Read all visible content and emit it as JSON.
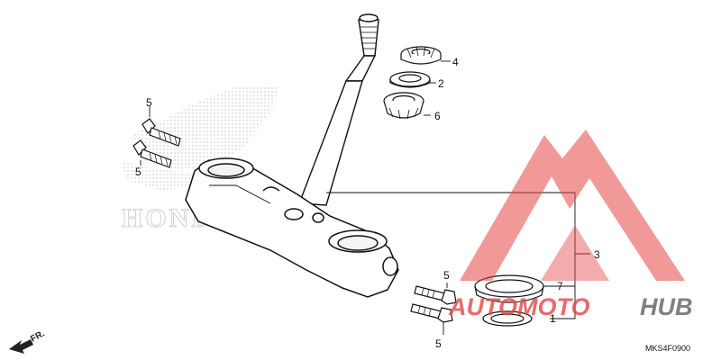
{
  "callouts": [
    {
      "id": "bolt-5a",
      "label": "5"
    },
    {
      "id": "bolt-5b",
      "label": "5"
    },
    {
      "id": "bolt-5c",
      "label": "5"
    },
    {
      "id": "bolt-5d",
      "label": "5"
    },
    {
      "id": "nut-4",
      "label": "4"
    },
    {
      "id": "washer-2",
      "label": "2"
    },
    {
      "id": "bearing-6",
      "label": "6"
    },
    {
      "id": "stem-3",
      "label": "3"
    },
    {
      "id": "seal-7",
      "label": "7"
    },
    {
      "id": "race-1",
      "label": "1"
    }
  ],
  "direction_label": "FR.",
  "diagram_code": "MKS4F0900",
  "watermark": {
    "brand_word_1": "AUTOMOTO",
    "brand_word_2": "HUB",
    "color_red": "#e54545",
    "color_gray": "#6b6b6b"
  },
  "background_logo_text": "HONDA",
  "line_color": "#111111"
}
